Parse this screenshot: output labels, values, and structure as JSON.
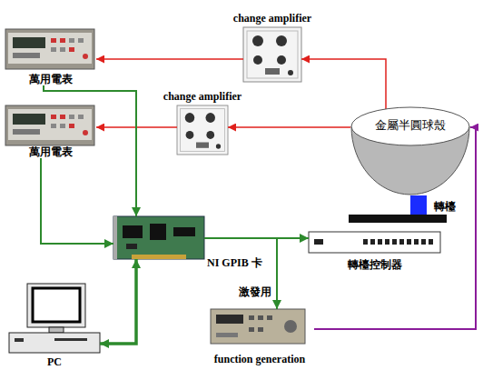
{
  "diagram": {
    "nodes": [
      {
        "text": [
          "change amplifier"
        ]
      },
      {
        "text": [
          "萬用電表"
        ]
      },
      {
        "text": [
          "change amplifier"
        ]
      },
      {
        "text": [
          "萬用電表"
        ]
      },
      {
        "text": [
          "金屬半圓球殼"
        ]
      },
      {
        "text": [
          "NI GPIB 卡"
        ]
      },
      {
        "text": [
          "轉檯控制器"
        ]
      },
      {
        "text": [
          "PC"
        ]
      },
      {
        "text": [
          "function generation"
        ]
      }
    ],
    "edges": [
      {
        "from": 4,
        "to": 0,
        "arrow": "to"
      },
      {
        "from": 0,
        "to": 1,
        "arrow": "to"
      },
      {
        "from": 4,
        "to": 2,
        "arrow": "to"
      },
      {
        "from": 2,
        "to": 3,
        "arrow": "to"
      },
      {
        "from": 1,
        "to": 5,
        "arrow": "to"
      },
      {
        "from": 3,
        "to": 5,
        "arrow": "to"
      },
      {
        "from": 5,
        "to": 6,
        "arrow": "to"
      },
      {
        "from": 5,
        "to": 8,
        "label": "激發用",
        "arrow": "to"
      },
      {
        "from": 5,
        "to": 7,
        "arrow": "both"
      },
      {
        "from": 8,
        "to": 4,
        "arrow": "to"
      }
    ],
    "labels": [
      "轉檯"
    ]
  }
}
